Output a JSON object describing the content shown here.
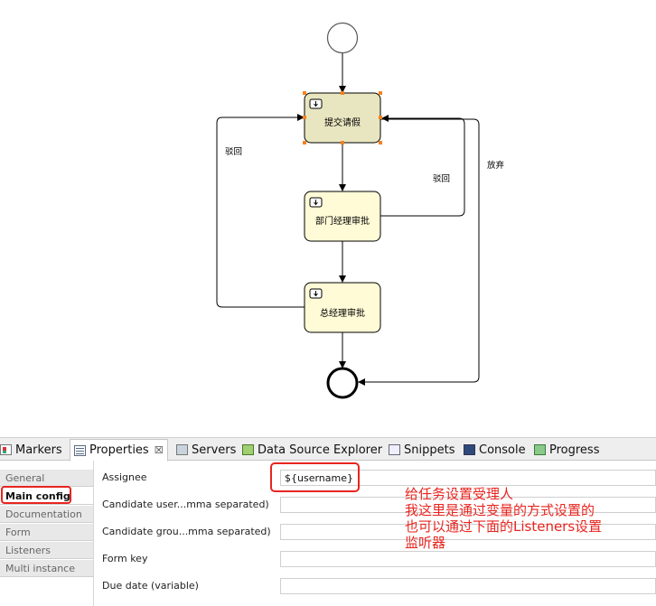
{
  "diagram": {
    "tasks": [
      {
        "id": "submit",
        "label": "提交请假"
      },
      {
        "id": "dept",
        "label": "部门经理审批"
      },
      {
        "id": "gm",
        "label": "总经理审批"
      }
    ],
    "flow_labels": {
      "reject_left": "驳回",
      "reject_right": "驳回",
      "abandon": "放弃"
    }
  },
  "tabs": [
    {
      "label": "Markers",
      "icon": "markers-icon"
    },
    {
      "label": "Properties",
      "icon": "properties-icon",
      "active": true
    },
    {
      "label": "Servers",
      "icon": "servers-icon"
    },
    {
      "label": "Data Source Explorer",
      "icon": "data-source-icon"
    },
    {
      "label": "Snippets",
      "icon": "snippets-icon"
    },
    {
      "label": "Console",
      "icon": "console-icon"
    },
    {
      "label": "Progress",
      "icon": "progress-icon"
    }
  ],
  "properties_close": "☒",
  "sidebar": {
    "items": [
      {
        "label": "General"
      },
      {
        "label": "Main config",
        "selected": true
      },
      {
        "label": "Documentation"
      },
      {
        "label": "Form"
      },
      {
        "label": "Listeners"
      },
      {
        "label": "Multi instance"
      }
    ]
  },
  "props": {
    "assignee_label": "Assignee",
    "assignee_value": "${username}",
    "candidate_users_label": "Candidate user...mma separated)",
    "candidate_groups_label": "Candidate grou...mma separated)",
    "form_key_label": "Form key",
    "due_date_label": "Due date (variable)"
  },
  "annotation": {
    "line1": "给任务设置受理人",
    "line2": "我这里是通过变量的方式设置的",
    "line3": "也可以通过下面的Listeners设置",
    "line4": "监听器"
  },
  "colors": {
    "task_selected_fill": "#e8e6c0",
    "task_fill": "#fffbd7",
    "selection_handle": "#f5821f",
    "annotation_red": "#e8251f"
  }
}
